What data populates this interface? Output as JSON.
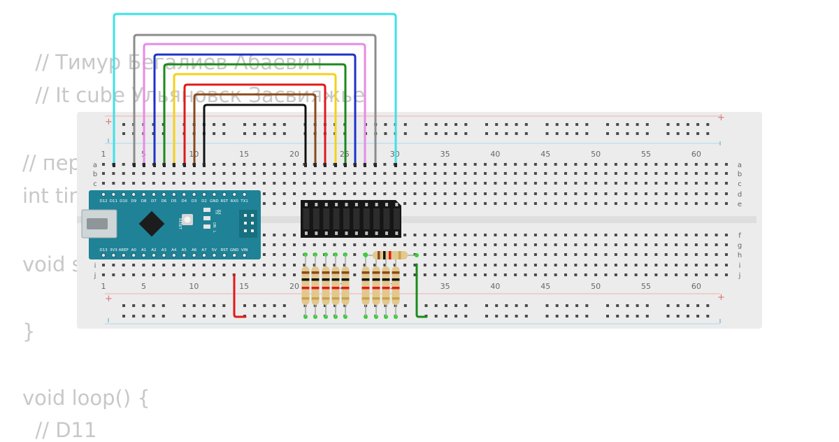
{
  "code_lines": [
    "  // Тимур Бегалиев Абаевич",
    "  // It cube Ульяновск Засвияжье",
    "",
    "// пер",
    "int tin",
    "",
    "void s",
    "",
    "}",
    "",
    "void loop() {",
    "  // D11"
  ],
  "breadboard": {
    "column_numbers": [
      "1",
      "5",
      "10",
      "15",
      "20",
      "25",
      "30",
      "35",
      "40",
      "45",
      "50",
      "55",
      "60"
    ],
    "row_letters_top": [
      "a",
      "b",
      "c",
      "d",
      "e"
    ],
    "row_letters_bottom": [
      "f",
      "g",
      "h",
      "i",
      "j"
    ],
    "rail_plus": "+",
    "rail_minus": "-"
  },
  "arduino": {
    "top_pins": [
      "D12",
      "D11",
      "D10",
      "D9",
      "D8",
      "D7",
      "D6",
      "D5",
      "D4",
      "D3",
      "D2",
      "GND",
      "RST",
      "RX0",
      "TX1"
    ],
    "bottom_pins": [
      "D13",
      "3V3",
      "AREF",
      "A0",
      "A1",
      "A2",
      "A3",
      "A4",
      "A5",
      "A6",
      "A7",
      "5V",
      "RST",
      "GND",
      "VIN"
    ],
    "led_labels": [
      "TX",
      "RX",
      "ON",
      "L"
    ],
    "reset_label": "RESET"
  },
  "colors": {
    "wire_cyan": "#3de1e8",
    "wire_gray": "#8c8c8c",
    "wire_pink": "#e88ae6",
    "wire_blue": "#1d33c8",
    "wire_green": "#1a8a1a",
    "wire_yellow": "#f2d21a",
    "wire_red": "#e01a1a",
    "wire_brown": "#8b4a1a",
    "wire_black": "#111111",
    "arduino_board": "#1f8296",
    "bargraph": "#151515",
    "breadboard": "#ececec"
  }
}
